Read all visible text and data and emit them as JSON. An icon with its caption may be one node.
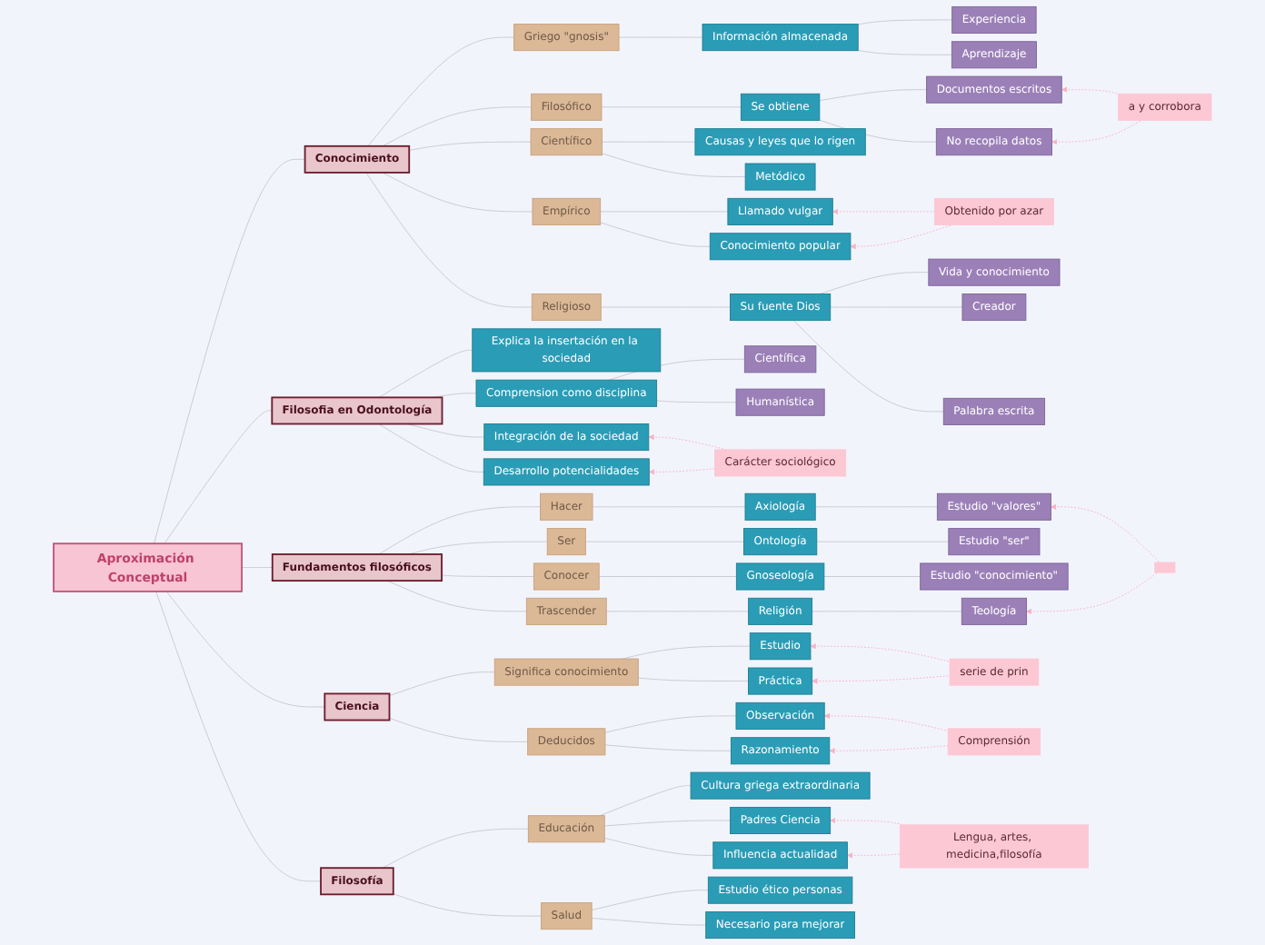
{
  "diagram": {
    "nodes": [
      {
        "text": [
          "Aproximación Conceptual"
        ]
      },
      {
        "text": [
          "Conocimiento"
        ]
      },
      {
        "text": [
          "Griego \"gnosis\""
        ]
      },
      {
        "text": [
          "Información almacenada"
        ]
      },
      {
        "text": [
          "Experiencia"
        ]
      },
      {
        "text": [
          "Aprendizaje"
        ]
      },
      {
        "text": [
          "Filosófico"
        ]
      },
      {
        "text": [
          "Se obtiene"
        ]
      },
      {
        "text": [
          "Documentos escritos"
        ]
      },
      {
        "text": [
          "No recopila datos"
        ]
      },
      {
        "text": [
          "a y corrobora"
        ]
      },
      {
        "text": [
          "Científico"
        ]
      },
      {
        "text": [
          "Causas y leyes que lo rigen"
        ]
      },
      {
        "text": [
          "Metódico"
        ]
      },
      {
        "text": [
          "Empírico"
        ]
      },
      {
        "text": [
          "Llamado vulgar"
        ]
      },
      {
        "text": [
          "Conocimiento popular"
        ]
      },
      {
        "text": [
          "Obtenido por azar"
        ]
      },
      {
        "text": [
          "Religioso"
        ]
      },
      {
        "text": [
          "Su fuente Dios"
        ]
      },
      {
        "text": [
          "Vida y conocimiento"
        ]
      },
      {
        "text": [
          "Creador"
        ]
      },
      {
        "text": [
          "Palabra escrita"
        ]
      },
      {
        "text": [
          "Filosofia en Odontología"
        ]
      },
      {
        "text": [
          "Explica la insertación en la sociedad"
        ]
      },
      {
        "text": [
          "Comprension como disciplina"
        ]
      },
      {
        "text": [
          "Científica"
        ]
      },
      {
        "text": [
          "Humanística"
        ]
      },
      {
        "text": [
          "Integración de la sociedad"
        ]
      },
      {
        "text": [
          "Desarrollo potencialidades"
        ]
      },
      {
        "text": [
          "Carácter sociológico"
        ]
      },
      {
        "text": [
          "Fundamentos filosóficos"
        ]
      },
      {
        "text": [
          "Hacer"
        ]
      },
      {
        "text": [
          "Axiología"
        ]
      },
      {
        "text": [
          "Estudio \"valores\""
        ]
      },
      {
        "text": [
          "Ser"
        ]
      },
      {
        "text": [
          "Ontología"
        ]
      },
      {
        "text": [
          "Estudio \"ser\""
        ]
      },
      {
        "text": [
          "Conocer"
        ]
      },
      {
        "text": [
          "Gnoseología"
        ]
      },
      {
        "text": [
          "Estudio \"conocimiento\""
        ]
      },
      {
        "text": [
          "Trascender"
        ]
      },
      {
        "text": [
          "Religión"
        ]
      },
      {
        "text": [
          "Teología"
        ]
      },
      {
        "text": [],
        "shape": "box"
      },
      {
        "text": [
          "Ciencia"
        ]
      },
      {
        "text": [
          "Significa conocimiento"
        ]
      },
      {
        "text": [
          "Estudio"
        ]
      },
      {
        "text": [
          "Práctica"
        ]
      },
      {
        "text": [
          "serie de prin"
        ]
      },
      {
        "text": [
          "Deducidos"
        ]
      },
      {
        "text": [
          "Observación"
        ]
      },
      {
        "text": [
          "Razonamiento"
        ]
      },
      {
        "text": [
          "Comprensión"
        ]
      },
      {
        "text": [
          "Filosofía"
        ]
      },
      {
        "text": [
          "Educación"
        ]
      },
      {
        "text": [
          "Cultura griega extraordinaria"
        ]
      },
      {
        "text": [
          "Padres Ciencia"
        ]
      },
      {
        "text": [
          "Influencia actualidad"
        ]
      },
      {
        "text": [
          "Lengua, artes, medicina,filosofía"
        ]
      },
      {
        "text": [
          "Salud"
        ]
      },
      {
        "text": [
          "Estudio ético personas"
        ]
      },
      {
        "text": [
          "Necesario para mejorar"
        ]
      }
    ],
    "edges": [
      {
        "from": 0,
        "to": 1,
        "arrow": "none"
      },
      {
        "from": 1,
        "to": 2,
        "arrow": "none"
      },
      {
        "from": 2,
        "to": 3,
        "arrow": "none"
      },
      {
        "from": 3,
        "to": 4,
        "arrow": "none"
      },
      {
        "from": 3,
        "to": 5,
        "arrow": "none"
      },
      {
        "from": 1,
        "to": 6,
        "arrow": "none"
      },
      {
        "from": 6,
        "to": 7,
        "arrow": "none"
      },
      {
        "from": 7,
        "to": 8,
        "arrow": "none"
      },
      {
        "from": 7,
        "to": 9,
        "arrow": "none"
      },
      {
        "from": 10,
        "to": 8,
        "arrow": "to",
        "style": "dashed",
        "color": "#f7b3c4"
      },
      {
        "from": 10,
        "to": 9,
        "arrow": "to",
        "style": "dashed",
        "color": "#f7b3c4"
      },
      {
        "from": 1,
        "to": 11,
        "arrow": "none"
      },
      {
        "from": 11,
        "to": 12,
        "arrow": "none"
      },
      {
        "from": 11,
        "to": 13,
        "arrow": "none"
      },
      {
        "from": 1,
        "to": 14,
        "arrow": "none"
      },
      {
        "from": 14,
        "to": 15,
        "arrow": "none"
      },
      {
        "from": 14,
        "to": 16,
        "arrow": "none"
      },
      {
        "from": 17,
        "to": 15,
        "arrow": "to",
        "style": "dashed",
        "color": "#f7b3c4"
      },
      {
        "from": 17,
        "to": 16,
        "arrow": "to",
        "style": "dashed",
        "color": "#f7b3c4"
      },
      {
        "from": 1,
        "to": 18,
        "arrow": "none"
      },
      {
        "from": 18,
        "to": 19,
        "arrow": "none"
      },
      {
        "from": 19,
        "to": 20,
        "arrow": "none"
      },
      {
        "from": 19,
        "to": 21,
        "arrow": "none"
      },
      {
        "from": 19,
        "to": 22,
        "arrow": "none"
      },
      {
        "from": 0,
        "to": 23,
        "arrow": "none"
      },
      {
        "from": 23,
        "to": 24,
        "arrow": "none"
      },
      {
        "from": 23,
        "to": 25,
        "arrow": "none"
      },
      {
        "from": 25,
        "to": 26,
        "arrow": "none"
      },
      {
        "from": 25,
        "to": 27,
        "arrow": "none"
      },
      {
        "from": 23,
        "to": 28,
        "arrow": "none"
      },
      {
        "from": 23,
        "to": 29,
        "arrow": "none"
      },
      {
        "from": 30,
        "to": 28,
        "arrow": "to",
        "style": "dashed",
        "color": "#f7b3c4"
      },
      {
        "from": 30,
        "to": 29,
        "arrow": "to",
        "style": "dashed",
        "color": "#f7b3c4"
      },
      {
        "from": 0,
        "to": 31,
        "arrow": "none"
      },
      {
        "from": 31,
        "to": 32,
        "arrow": "none"
      },
      {
        "from": 32,
        "to": 33,
        "arrow": "none"
      },
      {
        "from": 33,
        "to": 34,
        "arrow": "none"
      },
      {
        "from": 31,
        "to": 35,
        "arrow": "none"
      },
      {
        "from": 35,
        "to": 36,
        "arrow": "none"
      },
      {
        "from": 36,
        "to": 37,
        "arrow": "none"
      },
      {
        "from": 31,
        "to": 38,
        "arrow": "none"
      },
      {
        "from": 38,
        "to": 39,
        "arrow": "none"
      },
      {
        "from": 39,
        "to": 40,
        "arrow": "none"
      },
      {
        "from": 31,
        "to": 41,
        "arrow": "none"
      },
      {
        "from": 41,
        "to": 42,
        "arrow": "none"
      },
      {
        "from": 42,
        "to": 43,
        "arrow": "none"
      },
      {
        "from": 44,
        "to": 34,
        "arrow": "to",
        "style": "dashed",
        "color": "#f7b3c4"
      },
      {
        "from": 44,
        "to": 43,
        "arrow": "to",
        "style": "dashed",
        "color": "#f7b3c4"
      },
      {
        "from": 0,
        "to": 45,
        "arrow": "none"
      },
      {
        "from": 45,
        "to": 46,
        "arrow": "none"
      },
      {
        "from": 46,
        "to": 47,
        "arrow": "none"
      },
      {
        "from": 46,
        "to": 48,
        "arrow": "none"
      },
      {
        "from": 49,
        "to": 47,
        "arrow": "to",
        "style": "dashed",
        "color": "#f7b3c4"
      },
      {
        "from": 49,
        "to": 48,
        "arrow": "to",
        "style": "dashed",
        "color": "#f7b3c4"
      },
      {
        "from": 45,
        "to": 50,
        "arrow": "none"
      },
      {
        "from": 50,
        "to": 51,
        "arrow": "none"
      },
      {
        "from": 50,
        "to": 52,
        "arrow": "none"
      },
      {
        "from": 53,
        "to": 51,
        "arrow": "to",
        "style": "dashed",
        "color": "#f7b3c4"
      },
      {
        "from": 53,
        "to": 52,
        "arrow": "to",
        "style": "dashed",
        "color": "#f7b3c4"
      },
      {
        "from": 0,
        "to": 54,
        "arrow": "none"
      },
      {
        "from": 54,
        "to": 55,
        "arrow": "none"
      },
      {
        "from": 55,
        "to": 56,
        "arrow": "none"
      },
      {
        "from": 55,
        "to": 57,
        "arrow": "none"
      },
      {
        "from": 55,
        "to": 58,
        "arrow": "none"
      },
      {
        "from": 59,
        "to": 57,
        "arrow": "to",
        "style": "dashed",
        "color": "#f7b3c4"
      },
      {
        "from": 59,
        "to": 58,
        "arrow": "to",
        "style": "dashed",
        "color": "#f7b3c4"
      },
      {
        "from": 54,
        "to": 60,
        "arrow": "none"
      },
      {
        "from": 60,
        "to": 61,
        "arrow": "none"
      },
      {
        "from": 60,
        "to": 62,
        "arrow": "none"
      }
    ]
  }
}
